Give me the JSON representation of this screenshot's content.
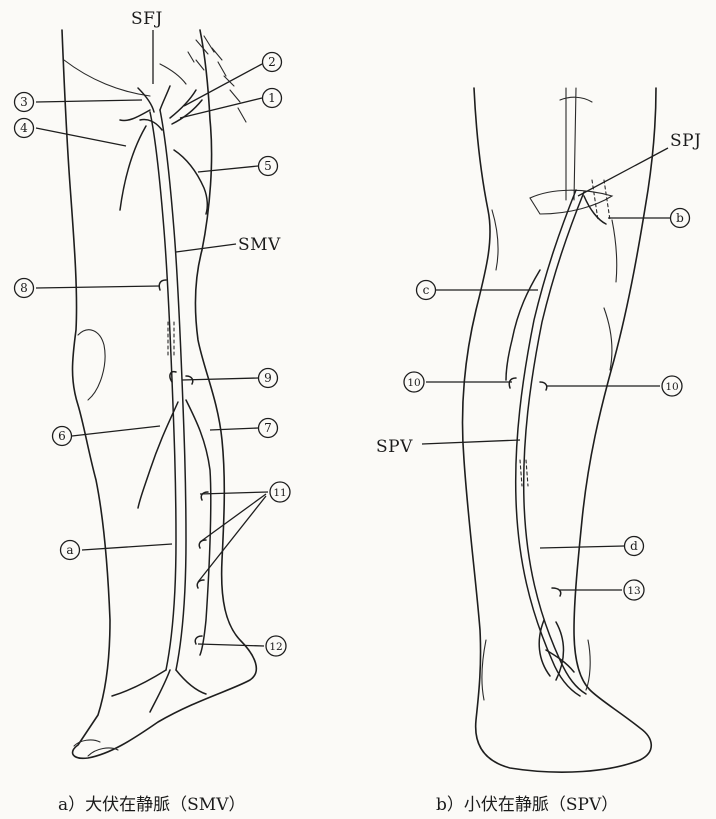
{
  "panel_a": {
    "caption": "a）大伏在静脈（SMV）",
    "labels": {
      "sfj": "SFJ",
      "smv": "SMV",
      "n1": "1",
      "n2": "2",
      "n3": "3",
      "n4": "4",
      "n5": "5",
      "n6": "6",
      "n7": "7",
      "n8": "8",
      "n9": "9",
      "n11": "11",
      "n12": "12",
      "la": "a"
    }
  },
  "panel_b": {
    "caption": "b）小伏在静脈（SPV）",
    "labels": {
      "spj": "SPJ",
      "spv": "SPV",
      "n10_left": "10",
      "n10_right": "10",
      "n13": "13",
      "lb": "b",
      "lc": "c",
      "ld": "d"
    }
  }
}
